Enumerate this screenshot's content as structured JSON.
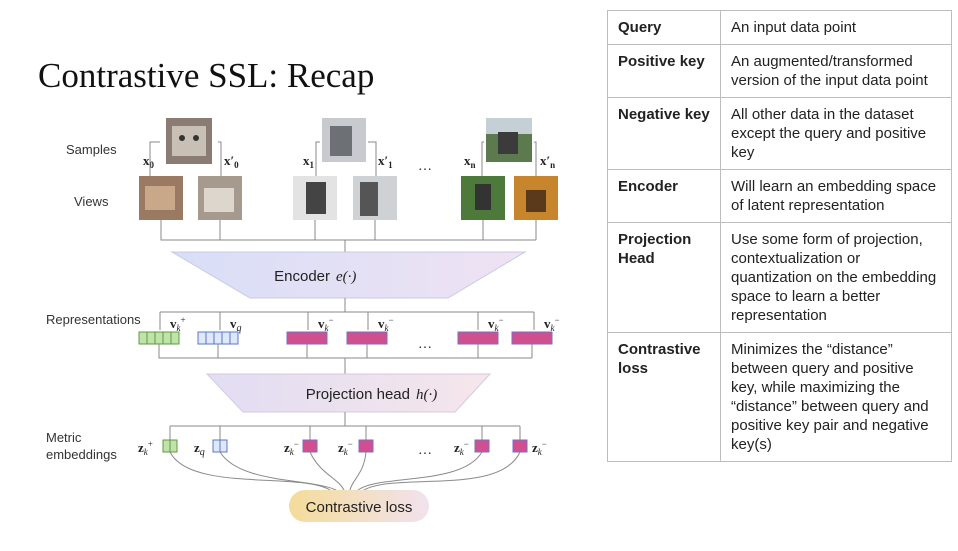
{
  "slide": {
    "title": "Contrastive SSL: Recap"
  },
  "diagram": {
    "row_labels": {
      "samples": "Samples",
      "views": "Views",
      "representations": "Representations",
      "metric_line1": "Metric",
      "metric_line2": "embeddings"
    },
    "encoder_label": "Encoder",
    "encoder_fn": "e(·)",
    "projection_label": "Projection head",
    "projection_fn": "h(·)",
    "loss_label": "Contrastive loss",
    "ellipsis": "…",
    "sample_vars": [
      "x",
      "x′",
      "x",
      "x′",
      "x",
      "x′"
    ],
    "sample_subs": [
      "0",
      "0",
      "1",
      "1",
      "n",
      "n"
    ],
    "rep_vars": [
      "v",
      "v",
      "v",
      "v",
      "v",
      "v"
    ],
    "rep_marks": [
      "+",
      "q",
      "−",
      "−",
      "−",
      "−"
    ],
    "emb_vars": [
      "z",
      "z",
      "z",
      "z",
      "z",
      "z"
    ],
    "emb_marks": [
      "+",
      "q",
      "−",
      "−",
      "−",
      "−"
    ],
    "k_sub": "k",
    "colors": {
      "positive": "#bfe3a8",
      "query": "#c9d8f5",
      "negative": "#cf4f8f",
      "encoder_fill": "#dfe3f6",
      "projection_fill": "#efe0ee",
      "loss_fill": "#f6e3a8"
    }
  },
  "glossary": [
    {
      "term": "Query",
      "definition": "An input data point"
    },
    {
      "term": "Positive key",
      "definition": "An augmented/transformed version of the input data point"
    },
    {
      "term": "Negative key",
      "definition": "All other data in the dataset except the query and positive key"
    },
    {
      "term": "Encoder",
      "definition": "Will learn an embedding space of latent representation"
    },
    {
      "term": "Projection Head",
      "definition": "Use some form of projection, contextualization or quantization on the embedding space to learn a better representation"
    },
    {
      "term": "Contrastive loss",
      "definition": "Minimizes the “distance” between query and positive key, while maximizing the “distance” between query and positive key pair and negative key(s)"
    }
  ]
}
